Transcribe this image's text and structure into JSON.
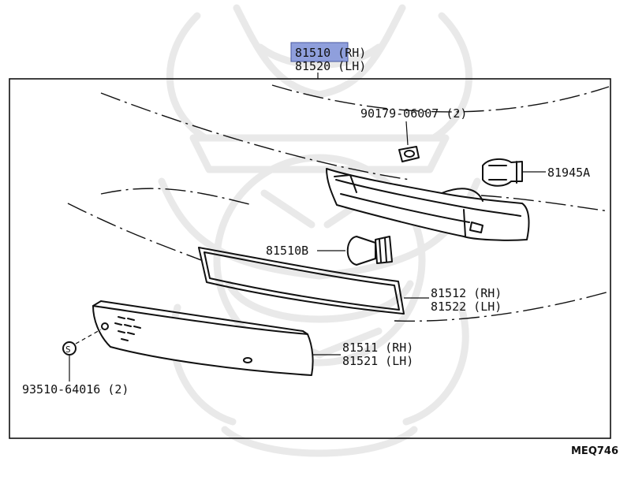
{
  "diagram": {
    "callouts": {
      "assembly_rh": "81510 (RH)",
      "assembly_lh": "81520 (LH)",
      "nut": "90179-06007 (2)",
      "socket": "81945A",
      "bulb": "81510B",
      "gasket_rh": "81512 (RH)",
      "gasket_lh": "81522 (LH)",
      "lens_rh": "81511 (RH)",
      "lens_lh": "81521 (LH)",
      "screw": "93510-64016 (2)",
      "screw_symbol": "S"
    },
    "highlighted_part": "81510",
    "highlight_color": "#8f9fdc",
    "diagram_code": "MEQ746"
  }
}
